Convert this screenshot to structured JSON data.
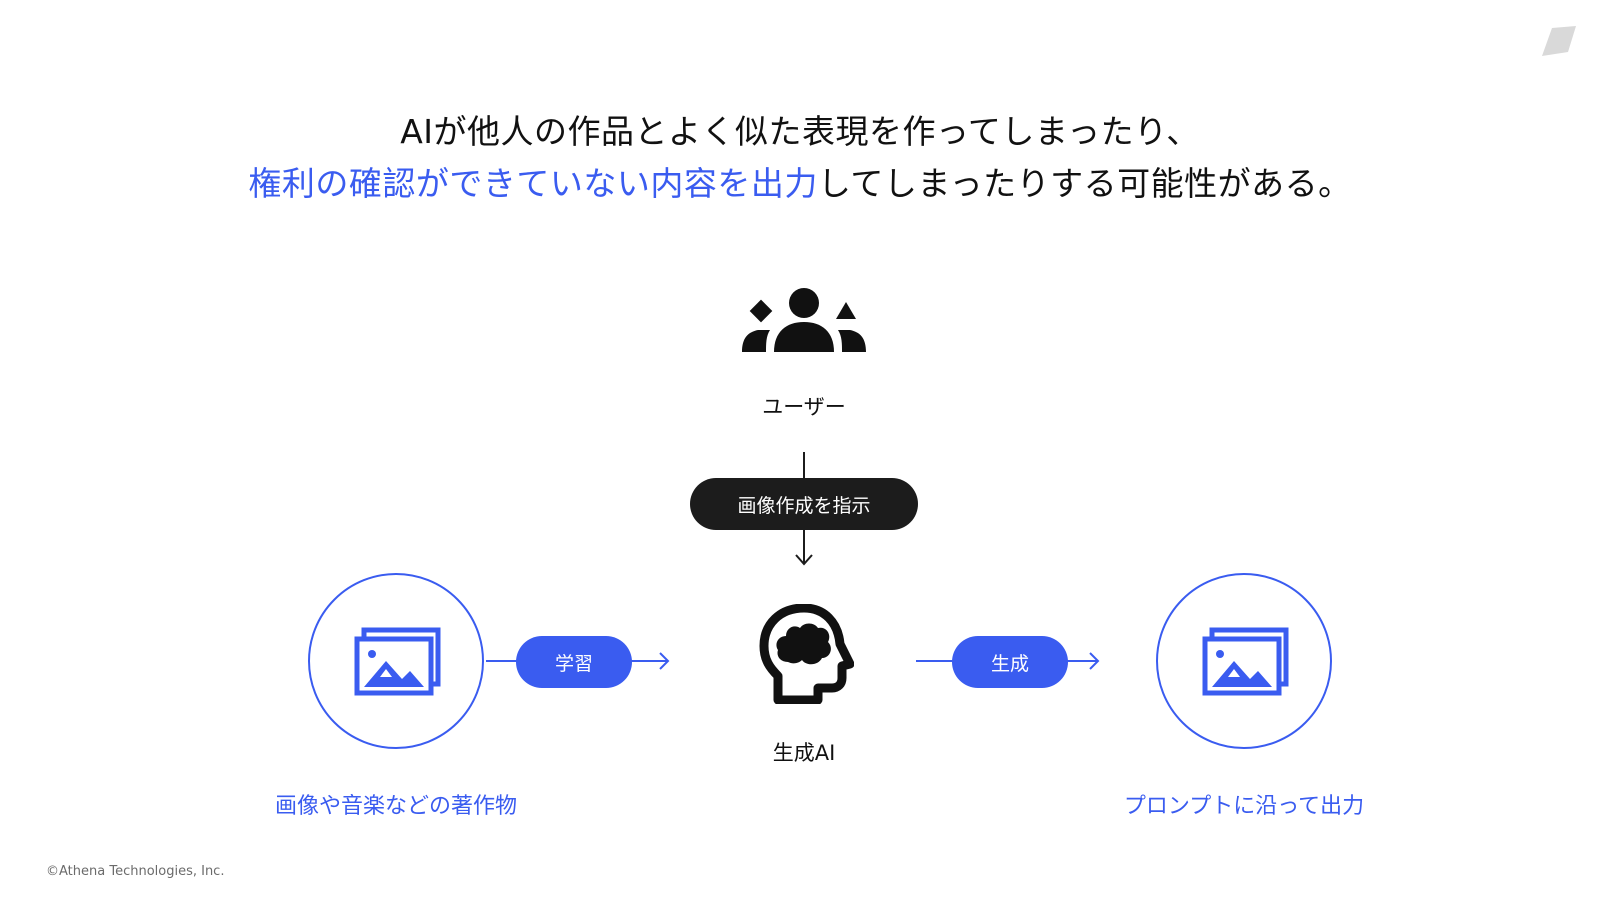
{
  "headline": {
    "line1": "AIが他人の作品とよく似た表現を作ってしまったり、",
    "line2_accent": "権利の確認ができていない内容を出力",
    "line2_rest": "してしまったりする可能性がある。"
  },
  "diagram": {
    "user_label": "ユーザー",
    "instruction_label": "画像作成を指示",
    "learn_label": "学習",
    "generate_label": "生成",
    "ai_label": "生成AI",
    "source_label": "画像や音楽などの著作物",
    "output_label": "プロンプトに沿って出力"
  },
  "footer": {
    "copyright": "©Athena Technologies, Inc."
  },
  "colors": {
    "accent": "#3a5cf0",
    "dark": "#1c1c1c"
  },
  "icons": {
    "users": "users-group-icon",
    "ai": "ai-head-icon",
    "images": "image-stack-icon",
    "logo": "brand-parallelogram-icon"
  }
}
